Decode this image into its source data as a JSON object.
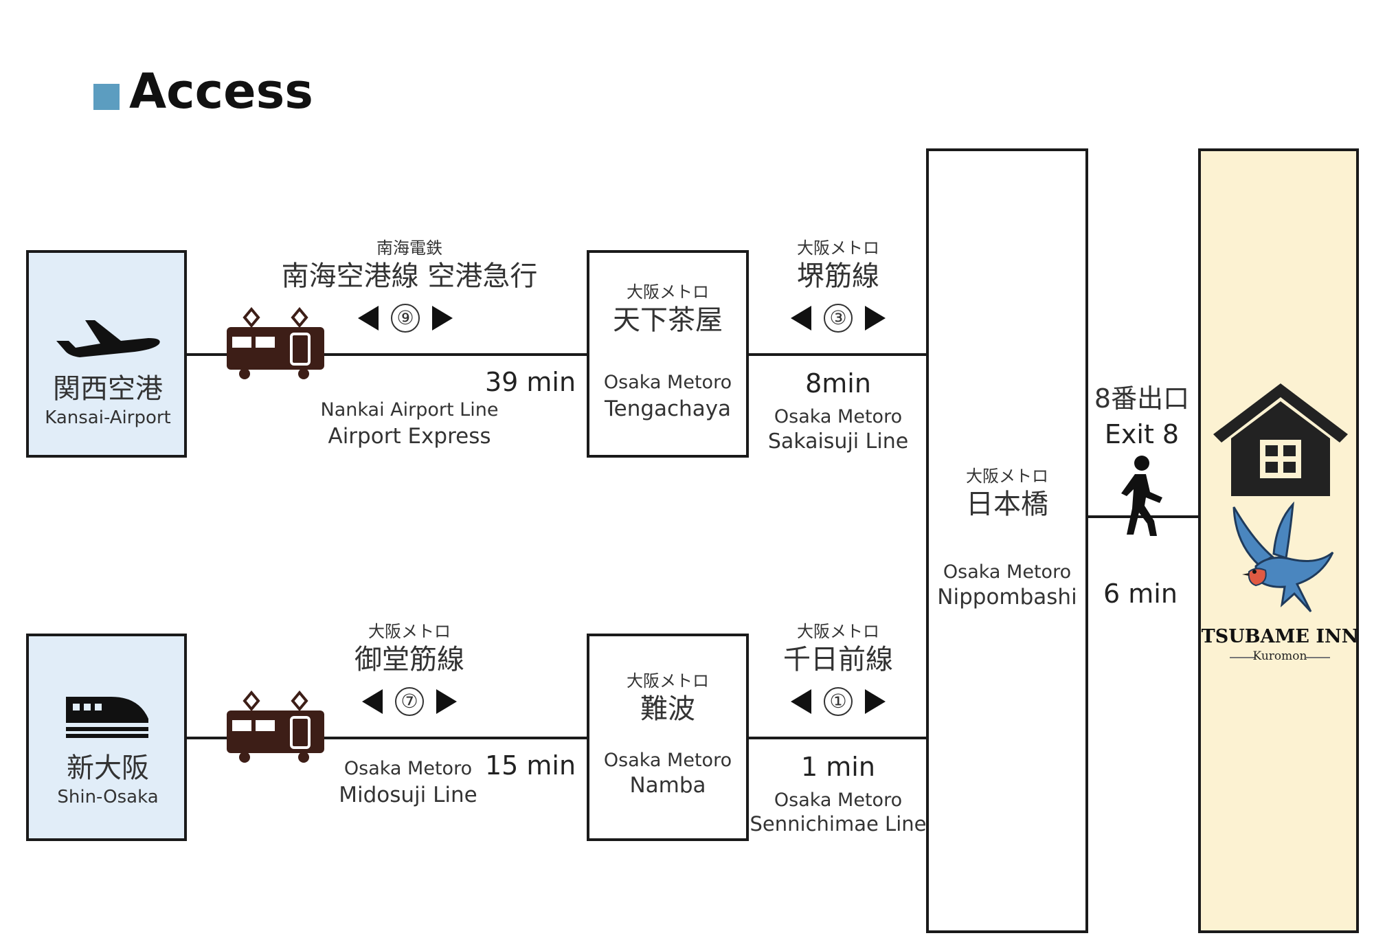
{
  "title": "Access",
  "kansai": {
    "jp": "関西空港",
    "en": "Kansai-Airport"
  },
  "shin_osaka": {
    "jp": "新大阪",
    "en": "Shin-Osaka"
  },
  "tengachaya": {
    "operator": "大阪メトロ",
    "jp": "天下茶屋",
    "en_line1": "Osaka Metoro",
    "en_line2": "Tengachaya"
  },
  "namba": {
    "operator": "大阪メトロ",
    "jp": "難波",
    "en_line1": "Osaka Metoro",
    "en_line2": "Namba"
  },
  "nippombashi": {
    "operator": "大阪メトロ",
    "jp": "日本橋",
    "en_line1": "Osaka Metoro",
    "en_line2": "Nippombashi"
  },
  "route_nankai": {
    "operator": "南海電鉄",
    "line_jp": "南海空港線 空港急行",
    "platform": "⑨",
    "time": "39 min",
    "en_line1": "Nankai Airport Line",
    "en_line2": "Airport Express"
  },
  "route_sakaisuji": {
    "operator": "大阪メトロ",
    "line_jp": "堺筋線",
    "platform": "③",
    "time": "8min",
    "en_line1": "Osaka Metoro",
    "en_line2": "Sakaisuji Line"
  },
  "route_midosuji": {
    "operator": "大阪メトロ",
    "line_jp": "御堂筋線",
    "platform": "⑦",
    "time": "15 min",
    "en_line1": "Osaka Metoro",
    "en_line2": "Midosuji Line"
  },
  "route_sennichimae": {
    "operator": "大阪メトロ",
    "line_jp": "千日前線",
    "platform": "①",
    "time": "1 min",
    "en_line1": "Osaka Metoro",
    "en_line2": "Sennichimae Line"
  },
  "walk": {
    "exit_jp": "8番出口",
    "exit_en": "Exit 8",
    "time": "6 min"
  },
  "inn": {
    "name": "TSUBAME INN",
    "sub": "Kuromon"
  },
  "colors": {
    "title_square": "#5c9dc0",
    "station_fill": "#e1edf8",
    "inn_fill": "#fcf2d2",
    "train": "#3d1e17",
    "swallow": "#4a86bf",
    "swallow_belly": "#e05a43"
  },
  "icons": [
    "airplane-icon",
    "shinkansen-icon",
    "train-icon",
    "walking-person-icon",
    "house-icon",
    "swallow-icon"
  ]
}
